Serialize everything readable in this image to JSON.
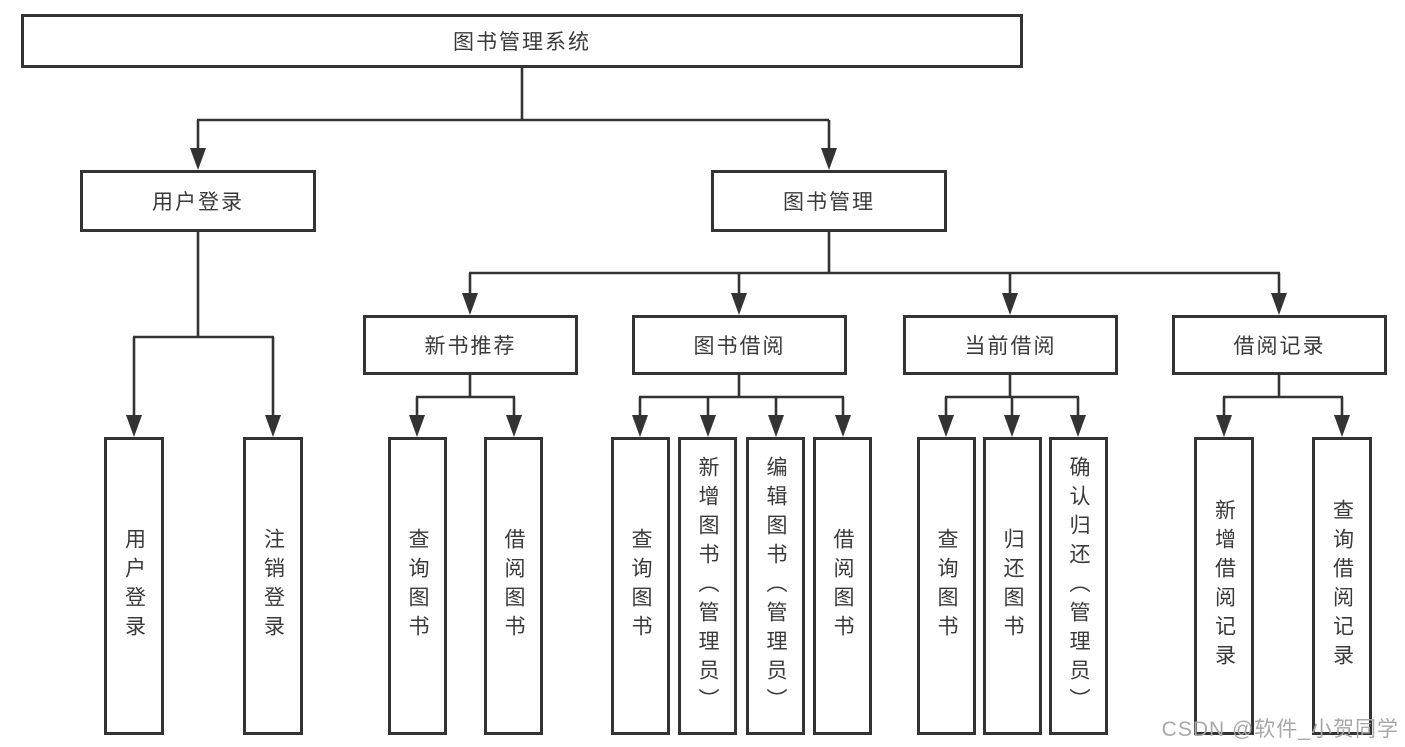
{
  "diagram": {
    "type": "hierarchy-tree",
    "title": "图书管理系统",
    "branches": [
      {
        "label": "用户登录",
        "children": [
          {
            "label": "用户登录"
          },
          {
            "label": "注销登录"
          }
        ]
      },
      {
        "label": "图书管理",
        "children": [
          {
            "label": "新书推荐",
            "children": [
              {
                "label": "查询图书"
              },
              {
                "label": "借阅图书"
              }
            ]
          },
          {
            "label": "图书借阅",
            "children": [
              {
                "label": "查询图书"
              },
              {
                "label": "新增图书（管理员）"
              },
              {
                "label": "编辑图书（管理员）"
              },
              {
                "label": "借阅图书"
              }
            ]
          },
          {
            "label": "当前借阅",
            "children": [
              {
                "label": "查询图书"
              },
              {
                "label": "归还图书"
              },
              {
                "label": "确认归还（管理员）"
              }
            ]
          },
          {
            "label": "借阅记录",
            "children": [
              {
                "label": "新增借阅记录"
              },
              {
                "label": "查询借阅记录"
              }
            ]
          }
        ]
      }
    ]
  },
  "watermark": "CSDN @软件_小贺同学",
  "colors": {
    "line": "#333333",
    "text": "#3a3a3a",
    "watermark": "#a8a8a8",
    "background": "#ffffff"
  }
}
